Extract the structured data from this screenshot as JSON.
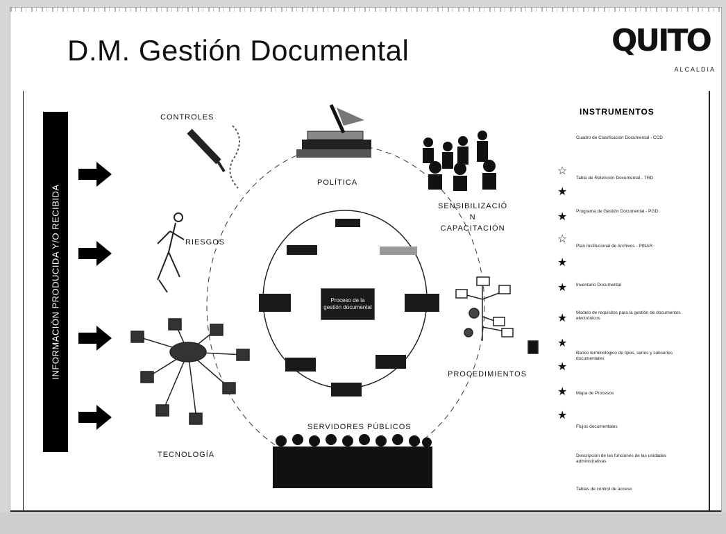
{
  "title": "D.M. Gestión Documental",
  "logo": {
    "mark": "QUITO",
    "subtitle": "ALCALDIA"
  },
  "side_bar_text": "INFORMACIÓN PRODUCIDA Y/O RECIBIDA",
  "labels": {
    "controles": "CONTROLES",
    "politica": "POLÍTICA",
    "sensibilizacion": "SENSIBILIZACIÓ\nN\nCAPACITACIÓN",
    "riesgos": "RIESGOS",
    "procedimientos": "PROCEDIMIENTOS",
    "tecnologia": "TECNOLOGÍA",
    "servidores": "SERVIDORES PÚBLICOS"
  },
  "center_box": "Proceso de la gestión documental",
  "instruments": {
    "title": "INSTRUMENTOS",
    "items": [
      "Cuadro de Clasificación Documental - CCD",
      "Tabla de Retención Documental - TRD",
      "Programa de Gestión Documental - PGD",
      "Plan Institucional de Archivos - PINAR",
      "Inventario Documental",
      "Modelo de requisitos para la gestión de documentos electrónicos",
      "Banco terminológico de tipos, series y subseries documentales",
      "Mapa de Procesos",
      "Flujos documentales",
      "Descripción de las funciones de las unidades administrativas",
      "Tablas de control de acceso"
    ]
  },
  "colors": {
    "ink": "#111111",
    "background": "#ffffff",
    "frame": "#d6d6d6"
  },
  "icons": [
    "arrow-right-icon",
    "star-icon",
    "tools-icon",
    "books-icon",
    "people-icon",
    "skeleton-icon",
    "network-icon",
    "flowchart-icon",
    "crowd-icon"
  ]
}
